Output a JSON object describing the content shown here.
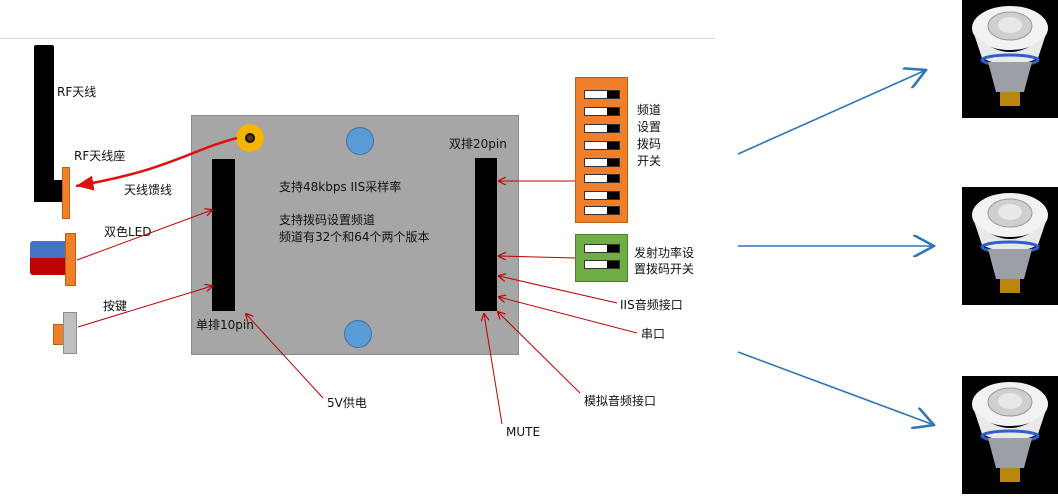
{
  "labels": {
    "rf_antenna": "RF天线",
    "rf_antenna_mount": "RF天线座",
    "antenna_feeder": "天线馈线",
    "bicolor_led": "双色LED",
    "button": "按键",
    "single_row": "单排10pin",
    "double_row": "双排20pin",
    "feature1": "支持48kbps IIS采样率",
    "feature2": "支持拨码设置频道",
    "feature3": "频道有32个和64个两个版本",
    "channel_dip_1": "频道",
    "channel_dip_2": "设置",
    "channel_dip_3": "拨码",
    "channel_dip_4": "开关",
    "power_dip_1": "发射功率设",
    "power_dip_2": "置拨码开关",
    "iis_audio": "IIS音频接口",
    "serial": "串口",
    "analog_audio": "模拟音频接口",
    "mute": "MUTE",
    "power_5v": "5V供电"
  },
  "colors": {
    "board": "#a6a6a6",
    "accent_orange": "#f07f2c",
    "dip_green": "#70ad47",
    "mount_hole": "#5b9bd5",
    "led_blue": "#4472c4",
    "led_red": "#c00000",
    "arrow_blue": "#2e75b6",
    "leader_red": "#c00000"
  },
  "icons": {
    "bulb": "led-bulb-icon"
  }
}
